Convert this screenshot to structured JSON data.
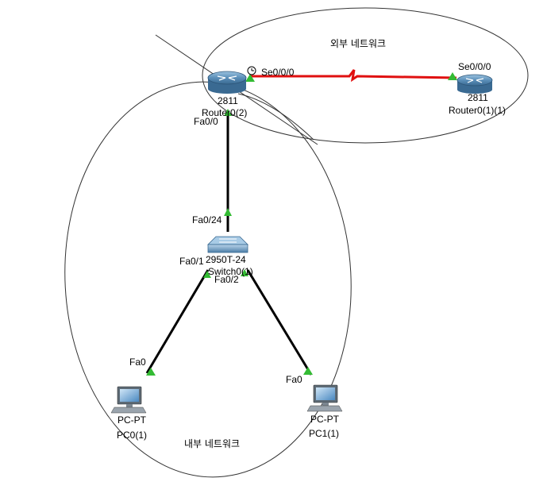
{
  "zones": {
    "outer_network": "외부 네트워크",
    "inner_network": "내부 네트워크"
  },
  "devices": {
    "router_main": {
      "model": "2811",
      "name": "Router0(2)"
    },
    "router_remote": {
      "model": "2811",
      "name": "Router0(1)(1)"
    },
    "switch": {
      "model": "2950T-24",
      "name": "Switch0(1)"
    },
    "pc0": {
      "model": "PC-PT",
      "name": "PC0(1)"
    },
    "pc1": {
      "model": "PC-PT",
      "name": "PC1(1)"
    }
  },
  "ports": {
    "router_main_serial": "Se0/0/0",
    "router_remote_serial": "Se0/0/0",
    "router_main_fa": "Fa0/0",
    "switch_uplink": "Fa0/24",
    "switch_pc0": "Fa0/1",
    "switch_pc1": "Fa0/2",
    "pc0_fa": "Fa0",
    "pc1_fa": "Fa0"
  },
  "colors": {
    "serial_link": "#e01010",
    "ethernet_link": "#000000",
    "port_up": "#33bb33",
    "device_blue": "#4b7fa8"
  }
}
